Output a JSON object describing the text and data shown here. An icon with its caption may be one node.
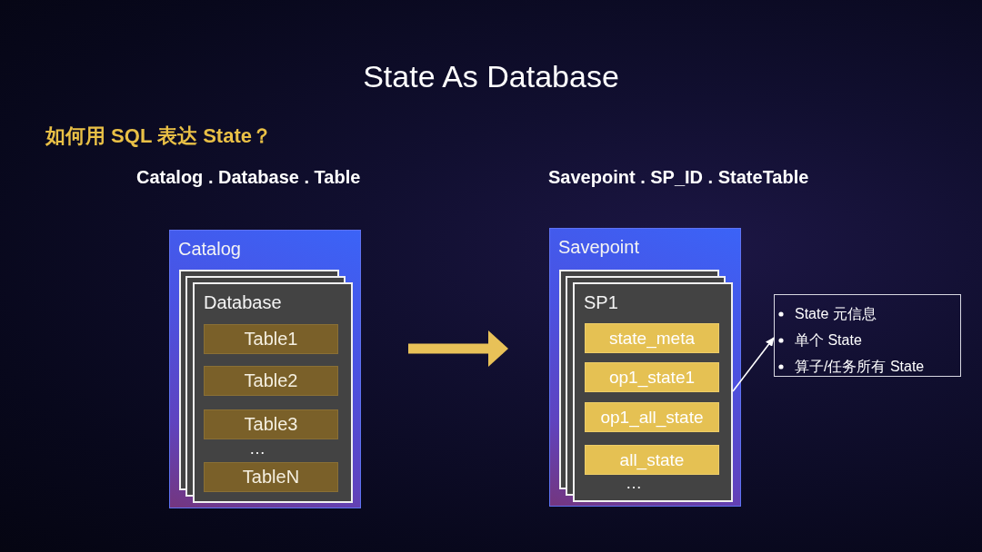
{
  "diagram": {
    "title": "State As Database",
    "nodes": [
      {
        "text": [
          "Catalog"
        ]
      },
      {
        "text": [
          "Database"
        ],
        "in": 0
      },
      {
        "text": [
          "Table1"
        ],
        "in": 1
      },
      {
        "text": [
          "Table2"
        ],
        "in": 1
      },
      {
        "text": [
          "Table3"
        ],
        "in": 1
      },
      {
        "text": [
          "TableN"
        ],
        "in": 1
      },
      {
        "text": [
          "Savepoint"
        ]
      },
      {
        "text": [
          "SP1"
        ],
        "in": 6
      },
      {
        "text": [
          "state_meta"
        ],
        "in": 7
      },
      {
        "text": [
          "op1_state1"
        ],
        "in": 7
      },
      {
        "text": [
          "op1_all_state"
        ],
        "in": 7
      },
      {
        "text": [
          "all_state"
        ],
        "in": 7
      },
      {
        "text": [
          "State 元信息",
          "单个 State",
          "算子/任务所有 State"
        ]
      }
    ],
    "edges": [
      {
        "from": 0,
        "to": 6,
        "arrow": "to",
        "style": "thick",
        "color": "#e8c158"
      },
      {
        "from": 7,
        "to": 12,
        "arrow": "to",
        "color": "#ffffff"
      }
    ],
    "labels": [
      "如何用 SQL 表达 State？",
      "Catalog . Database . Table",
      "Savepoint . SP_ID . StateTable",
      "…",
      "…"
    ]
  }
}
